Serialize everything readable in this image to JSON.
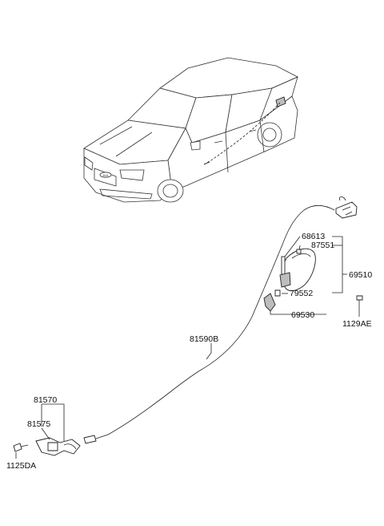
{
  "labels": {
    "p68613": "68613",
    "p87551": "87551",
    "p69510": "69510",
    "p79552": "79552",
    "p69530": "69530",
    "p1129AE": "1129AE",
    "p81590B": "81590B",
    "p81570": "81570",
    "p81575": "81575",
    "p1125DA": "1125DA"
  },
  "car_badge": "KIA"
}
